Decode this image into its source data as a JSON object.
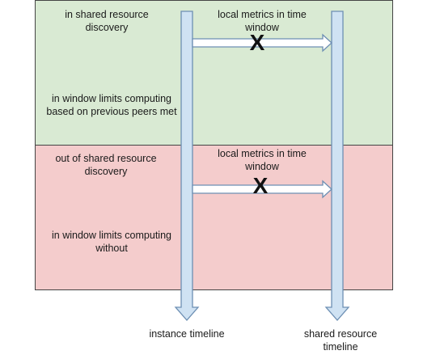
{
  "regions": {
    "top": {
      "color": "#d9ead3",
      "label": "in shared resource discovery",
      "description": "in window limits computing based on previous peers met",
      "exchange_label": "local metrics in time window",
      "exchange_mark": "X"
    },
    "bottom": {
      "color": "#f4cccc",
      "label": "out of shared resource discovery",
      "description": "in window limits computing without",
      "exchange_label": "local metrics in time window",
      "exchange_mark": "X"
    }
  },
  "timelines": {
    "instance": {
      "label": "instance timeline",
      "color": "#cfe2f3"
    },
    "shared": {
      "label": "shared resource timeline",
      "color": "#cfe2f3"
    }
  }
}
